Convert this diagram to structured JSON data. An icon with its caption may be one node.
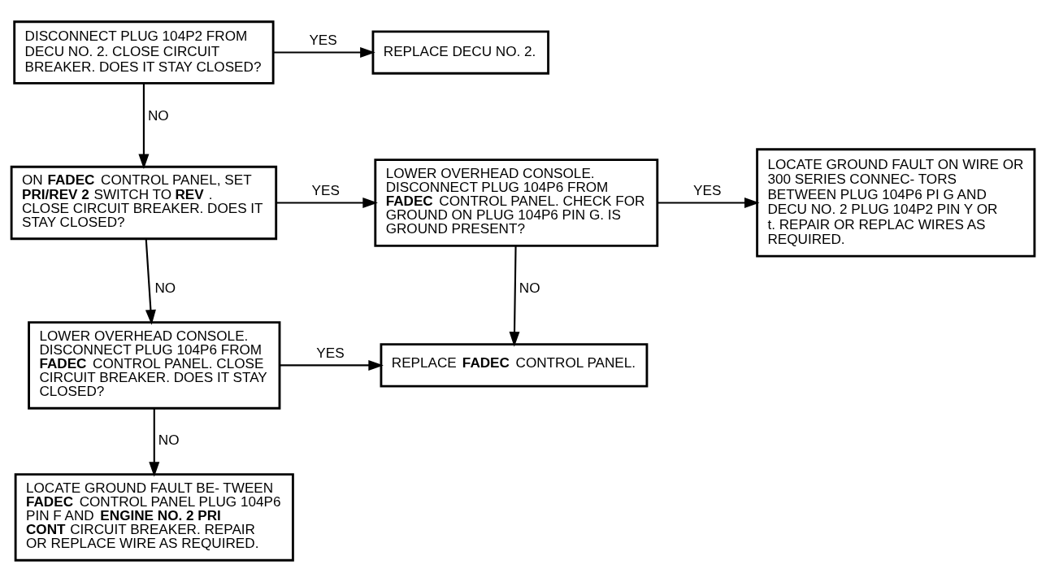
{
  "diagram": {
    "nodes": [
      {
        "text": [
          "DISCONNECT PLUG 104P2 FROM DECU NO. 2. CLOSE CIRCUIT BREAKER. DOES IT STAY CLOSED?"
        ]
      },
      {
        "text": [
          "REPLACE DECU NO. 2."
        ]
      },
      {
        "text": [
          "ON **FADEC** CONTROL PANEL, SET **PRI/REV 2** SWITCH TO **REV**. CLOSE CIRCUIT BREAKER. DOES IT STAY CLOSED?"
        ]
      },
      {
        "text": [
          "LOWER OVERHEAD CONSOLE. DISCONNECT PLUG 104P6 FROM **FADEC** CONTROL PANEL. CHECK FOR GROUND ON PLUG 104P6 PIN G. IS GROUND PRESENT?"
        ]
      },
      {
        "text": [
          "LOCATE GROUND FAULT ON WIRE OR 300 SERIES CONNEC- TORS BETWEEN PLUG 104P6 PI G AND DECU NO. 2 PLUG 104P2 PIN Y OR t. REPAIR OR REPLAC WIRES AS REQUIRED."
        ]
      },
      {
        "text": [
          "LOWER OVERHEAD CONSOLE. DISCONNECT PLUG 104P6 FROM **FADEC** CONTROL PANEL. CLOSE CIRCUIT BREAKER. DOES IT STAY CLOSED?"
        ]
      },
      {
        "text": [
          "REPLACE **FADEC** CONTROL PANEL."
        ]
      },
      {
        "text": [
          "LOCATE GROUND FAULT BE- TWEEN **FADEC** CONTROL PANEL PLUG 104P6 PIN F AND **ENGINE NO. 2 PRI CONT** CIRCUIT BREAKER. REPAIR OR REPLACE WIRE AS REQUIRED."
        ]
      }
    ],
    "edges": [
      {
        "from": 0,
        "to": 1,
        "arrow": "to",
        "label": "YES"
      },
      {
        "from": 0,
        "to": 2,
        "arrow": "to",
        "label": "NO"
      },
      {
        "from": 2,
        "to": 3,
        "arrow": "to",
        "label": "YES"
      },
      {
        "from": 3,
        "to": 4,
        "arrow": "to",
        "label": "YES"
      },
      {
        "from": 2,
        "to": 5,
        "arrow": "to",
        "label": "NO"
      },
      {
        "from": 3,
        "to": 6,
        "arrow": "to",
        "label": "NO"
      },
      {
        "from": 5,
        "to": 6,
        "arrow": "to",
        "label": "YES"
      },
      {
        "from": 5,
        "to": 7,
        "arrow": "to",
        "label": "NO"
      }
    ]
  }
}
